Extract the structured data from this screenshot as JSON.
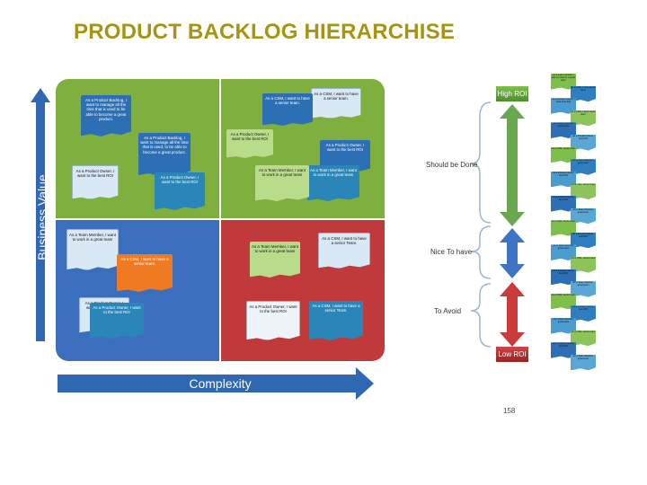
{
  "title": "PRODUCT BACKLOG HIERARCHISE",
  "y_axis_label": "Business Value",
  "x_axis_label": "Complexity",
  "quadrants": {
    "top_left": {
      "cards": [
        "As a Product Backlog, I want to manage all the time that is used to be able to become a great product.",
        "As a Product Backlog, I want to manage all the time that is used, to be able to become a great product.",
        "As a Product Owner, I want to the best ROI",
        "As a Product Owner, I want to the best ROI"
      ]
    },
    "top_right": {
      "cards": [
        "As a CSM, I want to have a senior team.",
        "As a CSM, I want to have a senior team.",
        "As a Product Owner, I want to the best ROI",
        "As a Product Owner, I want to the best ROI",
        "As a Team Member, I want to work in a great team",
        "As a Team Member, I want to work in a great team"
      ]
    },
    "bottom_left": {
      "cards": [
        "As a Team Member, I want to work in a great team",
        "As a CSM, I want to have a senior team.",
        "As a Product Owner, I want to the best ROI",
        "As a Product Owner, I want to the best ROI"
      ]
    },
    "bottom_right": {
      "cards": [
        "As a Team Member, I want to work in a great team",
        "As a CSM, I want to have a senior Team.",
        "As a Product Owner, I want to the best ROI",
        "As a CSM, I want to have a senior Team."
      ]
    }
  },
  "annotations": {
    "should_be_done": "Should be Done",
    "nice_to_have": "Nice To have",
    "to_avoid": "To Avoid"
  },
  "roi": {
    "high": "High ROI",
    "low": "Low ROI"
  },
  "page_number": "158",
  "strip_items": [
    "As a team member, I want to work in a great team",
    "As a CSM, I want senior team",
    "As a Product Owner, I want best ROI",
    "As a CSM, I want senior team",
    "As a Team Member, great team",
    "As a Product Owner, best ROI",
    "As a CSM, senior team",
    "As a Team Member, great team",
    "As a Product Owner, best ROI",
    "As a CSM, senior team",
    "As a Product Owner, best ROI",
    "As a Team Member, great team",
    "As a CSM, senior team",
    "As a Product Owner, best ROI",
    "As a Team Member, great team",
    "As a CSM, senior team",
    "As a Product Owner, best ROI",
    "As a Team Member, great team",
    "As a CSM, senior team",
    "As a Product Owner, best ROI",
    "As a Team Member, great team",
    "As a CSM, senior team",
    "As a Product Owner, best ROI",
    "As a Team Member, great team"
  ],
  "colors": {
    "title": "#a89412",
    "axis": "#2f67b3",
    "green_quadrant": "#7fb03f",
    "blue_quadrant": "#3b6fbd",
    "red_quadrant": "#c0393b",
    "arrow_green": "#6aa84f",
    "arrow_blue": "#3d75c4",
    "arrow_red": "#cc3b3b"
  }
}
